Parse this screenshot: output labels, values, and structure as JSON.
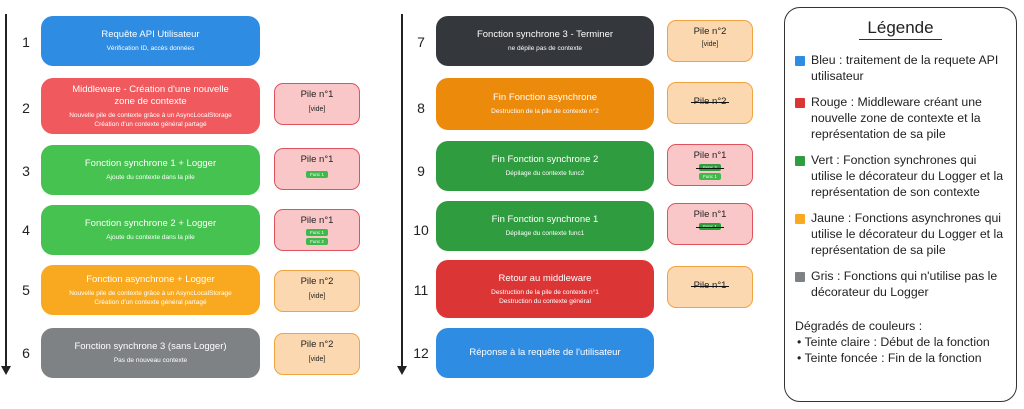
{
  "colors": {
    "blue": "#2e8de3",
    "red_light": "#f05a5e",
    "red_dark": "#dc3535",
    "green_light": "#45c24f",
    "green_dark": "#2f9d3f",
    "orange_light": "#f8a920",
    "orange_dark": "#ec8a0b",
    "gray": "#7e8285",
    "dark": "#34373b",
    "pile_red_bg": "#f9c7c7",
    "pile_orange_bg": "#fcd8b0",
    "chip_green": "#3fb84c"
  },
  "steps": [
    {
      "num": "1",
      "title": "Requête API Utilisateur",
      "sub": [
        "Vérification ID, accès données"
      ]
    },
    {
      "num": "2",
      "title": "Middleware - Création d'une nouvelle zone de  contexte",
      "sub": [
        "Nouvelle pile de contexte grâce à un AsyncLocalStorage",
        "Création d'un contexte général partagé"
      ]
    },
    {
      "num": "3",
      "title": "Fonction synchrone 1 + Logger",
      "sub": [
        "Ajoute du contexte dans la pile"
      ]
    },
    {
      "num": "4",
      "title": "Fonction synchrone 2 + Logger",
      "sub": [
        "Ajoute du contexte dans la pile"
      ]
    },
    {
      "num": "5",
      "title": "Fonction asynchrone + Logger",
      "sub": [
        "Nouvelle pile de contexte grâce à un AsyncLocalStorage",
        "Création d'un contexte général partagé"
      ]
    },
    {
      "num": "6",
      "title": "Fonction synchrone 3 (sans Logger)",
      "sub": [
        "Pas de nouveau contexte"
      ]
    },
    {
      "num": "7",
      "title": "Fonction synchrone 3 - Terminer",
      "sub": [
        "ne dépile pas de contexte"
      ]
    },
    {
      "num": "8",
      "title": "Fin Fonction asynchrone",
      "sub": [
        "Destruction de la pile de contexte n°2"
      ]
    },
    {
      "num": "9",
      "title": "Fin Fonction synchrone 2",
      "sub": [
        "Dépilage du contexte func2"
      ]
    },
    {
      "num": "10",
      "title": "Fin Fonction synchrone 1",
      "sub": [
        "Dépilage du contexte func1"
      ]
    },
    {
      "num": "11",
      "title": "Retour au middleware",
      "sub": [
        "Destruction de la pile de contexte n°1",
        "Destruction du contexte général"
      ]
    },
    {
      "num": "12",
      "title": "Réponse à la requête de l'utilisateur",
      "sub": []
    }
  ],
  "piles": {
    "p2": {
      "title": "Pile n°1",
      "value": "[vide]"
    },
    "p3": {
      "title": "Pile n°1",
      "chips": [
        "Func 1"
      ]
    },
    "p4": {
      "title": "Pile n°1",
      "chips": [
        "Func 1",
        "Func 2"
      ]
    },
    "p5": {
      "title": "Pile n°2",
      "value": "[vide]"
    },
    "p6": {
      "title": "Pile n°2",
      "value": "[vide]"
    },
    "p7": {
      "title": "Pile n°2",
      "value": "[vide]"
    },
    "p8": {
      "title": "Pile n°2"
    },
    "p9": {
      "title": "Pile n°1",
      "chips": [
        "Func 2",
        "Func 1"
      ]
    },
    "p10": {
      "title": "Pile n°1",
      "chips": [
        "Func 1"
      ]
    },
    "p11": {
      "title": "Pile n°1"
    }
  },
  "legend": {
    "title": "Légende",
    "items": [
      {
        "color": "#2e8de3",
        "text": "Bleu : traitement de la requete API utilisateur"
      },
      {
        "color": "#dc3535",
        "text": "Rouge : Middleware créant une nouvelle zone de contexte et la représentation de sa pile"
      },
      {
        "color": "#2f9d3f",
        "text": "Vert : Fonction synchrones qui utilise le décorateur du Logger et la représentation de son contexte"
      },
      {
        "color": "#f8a920",
        "text": "Jaune : Fonctions asynchrones qui utilise le décorateur du Logger et la représentation de sa pile"
      },
      {
        "color": "#7e8285",
        "text": "Gris : Fonctions qui n'utilise pas le décorateur du Logger"
      }
    ],
    "gradient_title": "Dégradés de couleurs :",
    "gradient_items": [
      "• Teinte claire : Début de la fonction",
      "• Teinte foncée : Fin de la fonction"
    ]
  }
}
